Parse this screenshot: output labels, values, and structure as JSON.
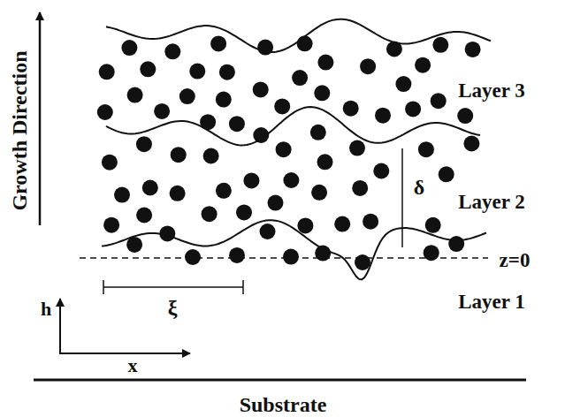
{
  "diagram": {
    "labels": [
      "Growth Direction",
      "Layer 3",
      "Layer 2",
      "z=0",
      "Layer 1",
      "δ",
      "ξ",
      "h",
      "x",
      "Substrate"
    ]
  }
}
